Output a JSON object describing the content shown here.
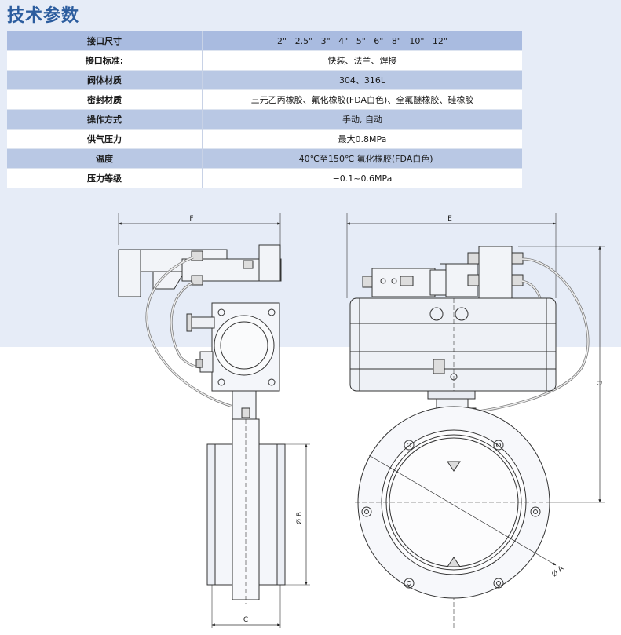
{
  "title": "技术参数",
  "specs": [
    {
      "label": "接口尺寸",
      "value": "2\"   2.5\"   3\"   4\"   5\"   6\"   8\"   10\"   12\""
    },
    {
      "label": "接口标准:",
      "value": "快装、法兰、焊接"
    },
    {
      "label": "阀体材质",
      "value": "304、316L"
    },
    {
      "label": "密封材质",
      "value": "三元乙丙橡胶、氟化橡胶(FDA白色)、全氟醚橡胶、硅橡胶"
    },
    {
      "label": "操作方式",
      "value": "手动, 自动"
    },
    {
      "label": "供气压力",
      "value": "最大0.8MPa"
    },
    {
      "label": "温度",
      "value": "−40℃至150℃ 氟化橡胶(FDA白色)"
    },
    {
      "label": "压力等级",
      "value": "−0.1~0.6MPa"
    }
  ],
  "dimension_labels": {
    "f": "F",
    "e": "E",
    "d": "D",
    "c": "C",
    "b": "Ø B",
    "a": "Ø A"
  },
  "colors": {
    "title": "#2b5c9e",
    "header_row": "#a9bbe0",
    "row_dark": "#b9c8e4",
    "background_top": "#e6ecf7"
  }
}
